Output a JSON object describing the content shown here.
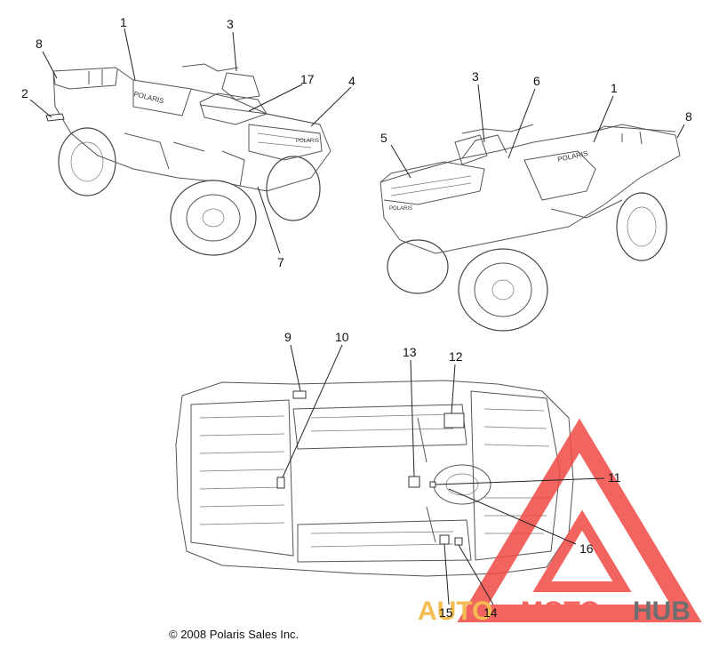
{
  "callouts": [
    {
      "id": "c1a",
      "label": "1"
    },
    {
      "id": "c3a",
      "label": "3"
    },
    {
      "id": "c8a",
      "label": "8"
    },
    {
      "id": "c2",
      "label": "2"
    },
    {
      "id": "c17",
      "label": "17"
    },
    {
      "id": "c4",
      "label": "4"
    },
    {
      "id": "c7",
      "label": "7"
    },
    {
      "id": "c3b",
      "label": "3"
    },
    {
      "id": "c6",
      "label": "6"
    },
    {
      "id": "c1b",
      "label": "1"
    },
    {
      "id": "c8b",
      "label": "8"
    },
    {
      "id": "c5",
      "label": "5"
    },
    {
      "id": "c9",
      "label": "9"
    },
    {
      "id": "c10",
      "label": "10"
    },
    {
      "id": "c13",
      "label": "13"
    },
    {
      "id": "c12",
      "label": "12"
    },
    {
      "id": "c11",
      "label": "11"
    },
    {
      "id": "c16",
      "label": "16"
    },
    {
      "id": "c15",
      "label": "15"
    },
    {
      "id": "c14",
      "label": "14"
    }
  ],
  "copyright": "© 2008 Polaris Sales Inc.",
  "watermark": {
    "part1": "AUTO",
    "part2": "MOTO",
    "part3": "HUB"
  },
  "colors": {
    "watermark_red": "#f04a45",
    "watermark_orange": "#f2b234",
    "watermark_gray": "#555555"
  }
}
